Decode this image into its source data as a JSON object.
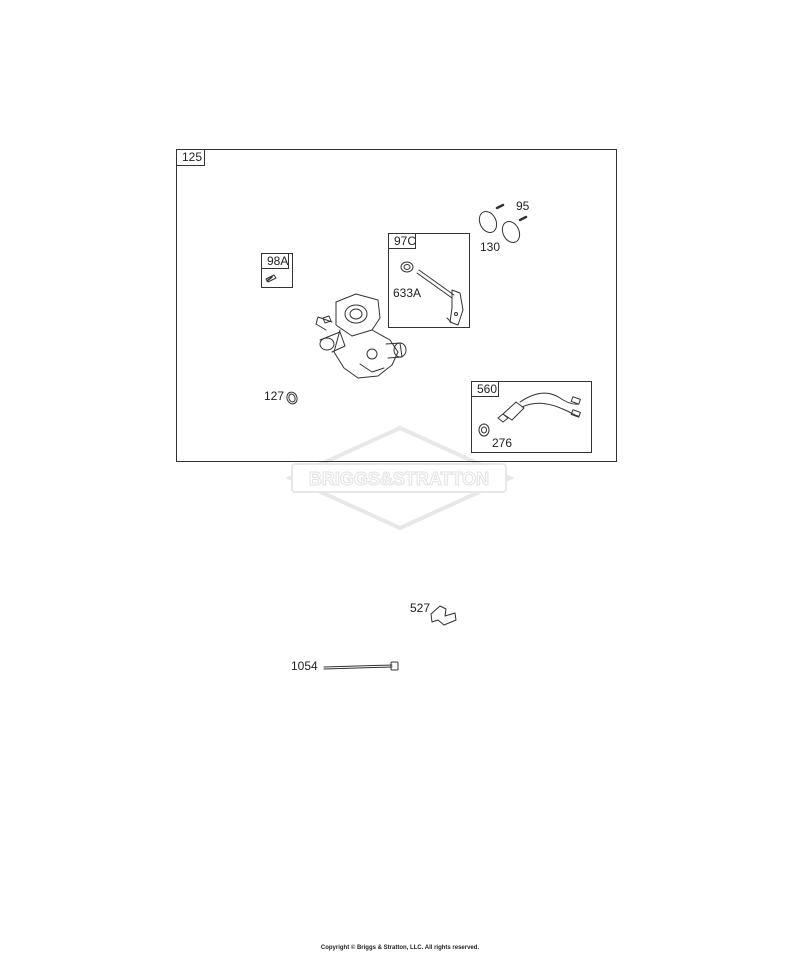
{
  "watermark": {
    "brand": "BRIGGS&STRATTON"
  },
  "main_frame": {
    "label": "125"
  },
  "sub_frames": {
    "f97c": {
      "label": "97C"
    },
    "f98a": {
      "label": "98A"
    },
    "f560": {
      "label": "560"
    }
  },
  "callouts": {
    "p95": "95",
    "p130": "130",
    "p633a": "633A",
    "p127": "127",
    "p276": "276",
    "p527": "527",
    "p1054": "1054"
  },
  "footer": {
    "copyright": "Copyright © Briggs & Stratton, LLC. All rights reserved."
  },
  "colors": {
    "line": "#333333",
    "watermark": "#e6e6e6"
  }
}
